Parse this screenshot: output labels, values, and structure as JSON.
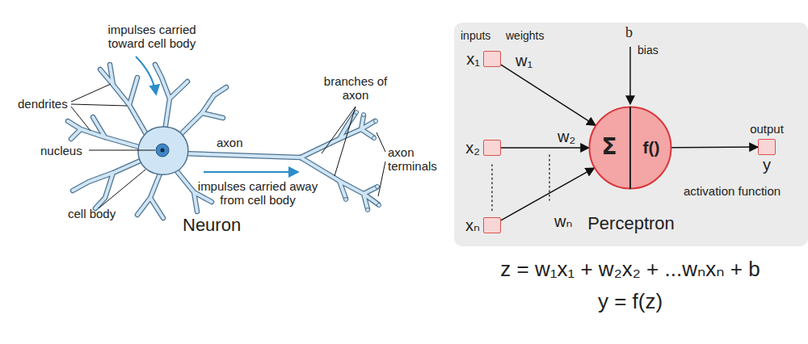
{
  "diagram": {
    "nodes": [
      {
        "text": [
          "Perceptron"
        ]
      },
      {
        "text": [
          "x₁"
        ],
        "in": 0
      },
      {
        "text": [
          "x₂"
        ],
        "in": 0
      },
      {
        "text": [
          "xₙ"
        ],
        "in": 0
      },
      {
        "text": [
          "Σ",
          "f()"
        ],
        "in": 0
      },
      {
        "text": [
          "output",
          "y"
        ],
        "in": 0
      }
    ],
    "edges": [
      {
        "from": 1,
        "to": 4,
        "arrow": "to",
        "label": "w₁"
      },
      {
        "from": 2,
        "to": 4,
        "arrow": "to",
        "label": "w₂"
      },
      {
        "from": 3,
        "to": 4,
        "arrow": "to",
        "label": "wₙ"
      },
      {
        "from": 4,
        "to": 5,
        "arrow": "to"
      }
    ],
    "labels": [
      "impulses carried toward cell body",
      "dendrites",
      "nucleus",
      "axon",
      "branches of axon",
      "axon terminals",
      "impulses carried away from cell body",
      "cell body",
      "Neuron",
      "inputs",
      "weights",
      "b",
      "bias",
      "activation function",
      "z = w₁x₁ + w₂x₂ + ...wₙxₙ + b",
      "y = f(z)"
    ]
  }
}
